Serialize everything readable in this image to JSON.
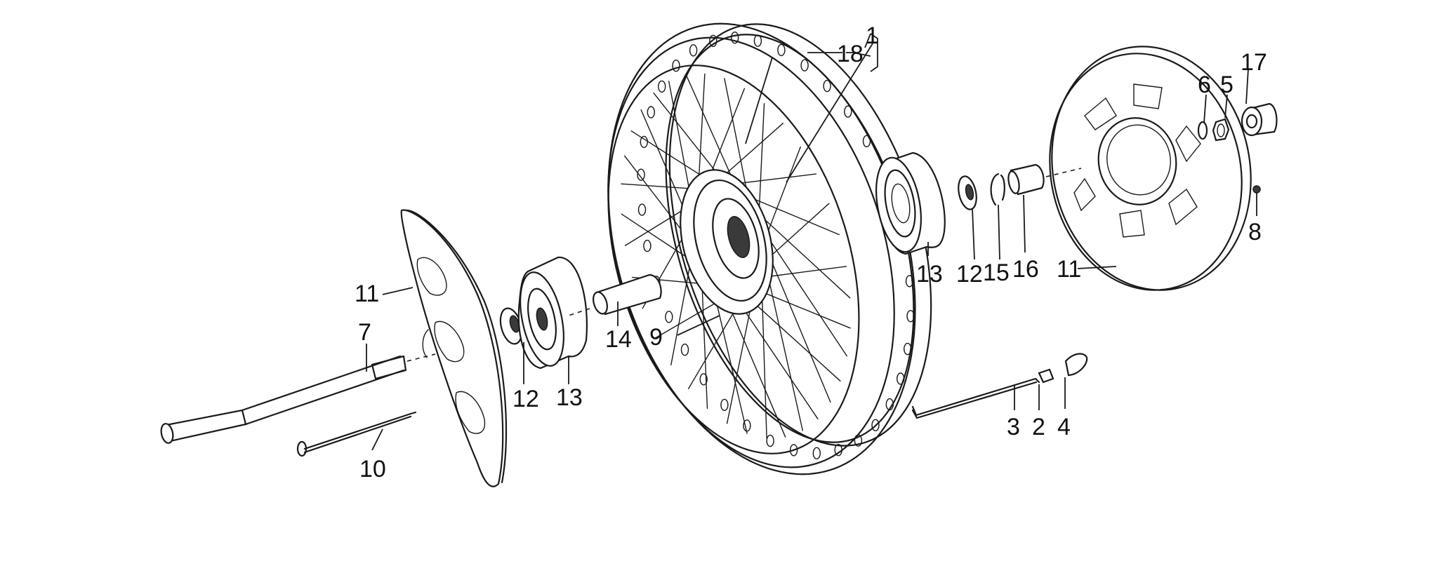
{
  "diagram": {
    "type": "exploded-parts-view",
    "callouts": {
      "c1": "1",
      "c18": "18",
      "c17": "17",
      "c6": "6",
      "c5": "5",
      "c8": "8",
      "c13_right": "13",
      "c12_right": "12",
      "c15": "15",
      "c16": "16",
      "c11_right": "11",
      "c11_left": "11",
      "c7": "7",
      "c12_left": "12",
      "c13_left": "13",
      "c14": "14",
      "c9": "9",
      "c10": "10",
      "c3": "3",
      "c2": "2",
      "c4": "4"
    }
  }
}
